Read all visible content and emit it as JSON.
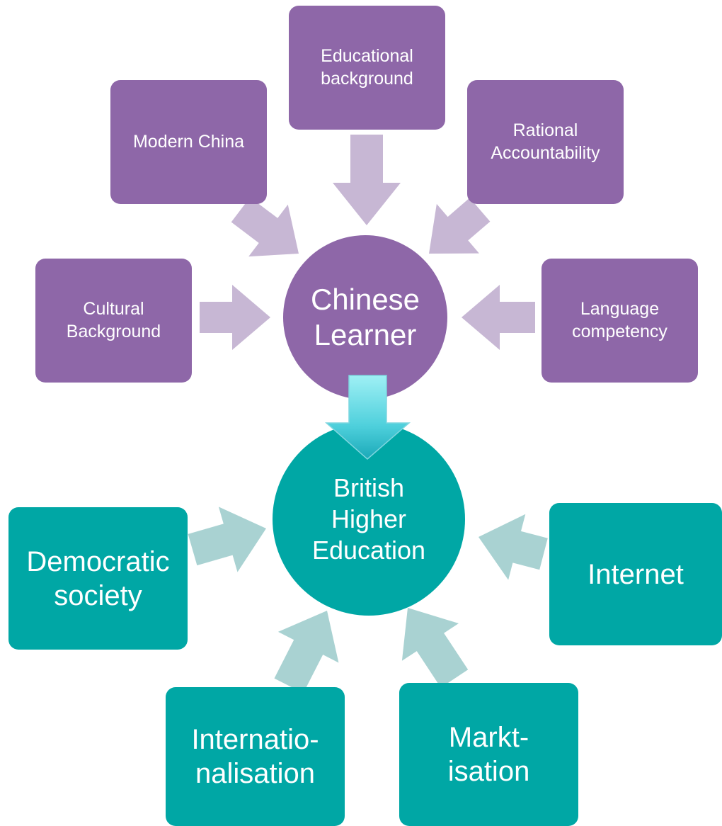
{
  "diagram": {
    "center_top": {
      "label": "Chinese\nLearner"
    },
    "center_bottom": {
      "label": "British\nHigher\nEducation"
    },
    "purple_nodes": {
      "educational": "Educational\nbackground",
      "modern": "Modern China",
      "rational": "Rational\nAccountability",
      "cultural": "Cultural\nBackground",
      "language": "Language\ncompetency"
    },
    "teal_nodes": {
      "democratic": "Democratic\nsociety",
      "internet": "Internet",
      "internat": "Internatio-\nnalisation",
      "markt": "Markt-\nisation"
    }
  },
  "colors": {
    "purple": "#8e67a8",
    "purple_arrow": "#c7b7d4",
    "teal": "#00a7a5",
    "teal_arrow": "#a9d2d2",
    "main_arrow": "#4fd0dc"
  }
}
